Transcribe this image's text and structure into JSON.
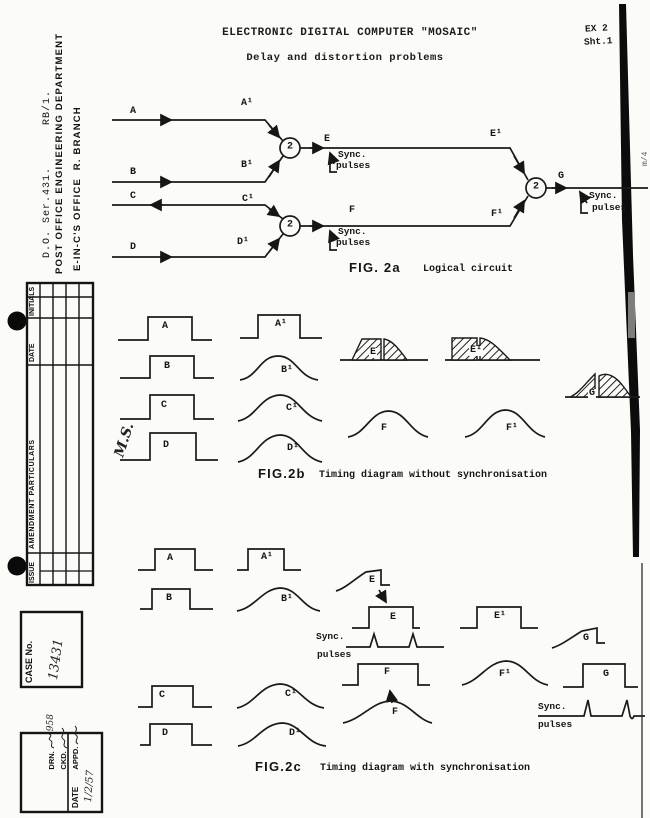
{
  "header": {
    "title": "ELECTRONIC DIGITAL COMPUTER \"MOSAIC\"",
    "subtitle": "Delay and distortion problems",
    "ref1": "EX 2",
    "ref2": "Sht.1"
  },
  "edge": {
    "fragment": "m/4"
  },
  "margin": {
    "serial": "D.O. Ser.431.      RB/1.",
    "department": "POST OFFICE ENGINEERING DEPARTMENT",
    "office": "E-IN-C'S OFFICE  R. BRANCH",
    "note": "M.S.",
    "table": {
      "initials": "INITIALS",
      "date": "DATE",
      "amendment": "AMENDMENT PARTICULARS",
      "issue": "ISSUE"
    },
    "case": {
      "label": "CASE No.",
      "number": "13431"
    },
    "signoff": {
      "drn": "DRN.",
      "drn_no": "958",
      "ckd": "CKD.",
      "appd": "APPD.",
      "date_label": "DATE",
      "date": "1/2/57"
    }
  },
  "fig2a": {
    "fig": "FIG. 2a",
    "caption": "Logical circuit",
    "gate": "2",
    "a": "A",
    "a1": "A¹",
    "b": "B",
    "b1": "B¹",
    "c": "C",
    "c1": "C¹",
    "d": "D",
    "d1": "D¹",
    "e": "E",
    "e1": "E¹",
    "f": "F",
    "f1": "F¹",
    "g": "G",
    "sync1": "Sync.",
    "sync2": "pulses"
  },
  "fig2b": {
    "fig": "FIG.2b",
    "caption": "Timing diagram without synchronisation",
    "a": "A",
    "a1": "A¹",
    "b": "B",
    "b1": "B¹",
    "c": "C",
    "c1": "C¹",
    "d": "D",
    "d1": "D¹",
    "e": "E",
    "e1": "E¹",
    "f": "F",
    "f1": "F¹",
    "g": "G"
  },
  "fig2c": {
    "fig": "FIG.2c",
    "caption": "Timing diagram with synchronisation",
    "a": "A",
    "a1": "A¹",
    "b": "B",
    "b1": "B¹",
    "c": "C",
    "c1": "C¹",
    "d": "D",
    "d1": "D¹",
    "e_dist": "E",
    "e": "E",
    "e1": "E¹",
    "f_sq": "F",
    "f": "F",
    "f1": "F¹",
    "g_dist": "G",
    "g": "G",
    "sync1": "Sync.",
    "sync2": "pulses"
  }
}
